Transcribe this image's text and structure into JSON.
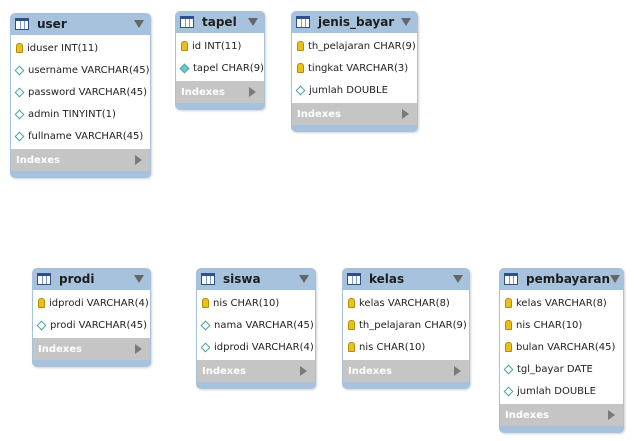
{
  "tables": {
    "user": {
      "title": "user",
      "columns": [
        {
          "text": "iduser INT(11)",
          "icon": "key"
        },
        {
          "text": "username VARCHAR(45)",
          "icon": "diamond"
        },
        {
          "text": "password VARCHAR(45)",
          "icon": "diamond"
        },
        {
          "text": "admin TINYINT(1)",
          "icon": "diamond"
        },
        {
          "text": "fullname VARCHAR(45)",
          "icon": "diamond"
        }
      ],
      "indexes_label": "Indexes"
    },
    "tapel": {
      "title": "tapel",
      "columns": [
        {
          "text": "id INT(11)",
          "icon": "key"
        },
        {
          "text": "tapel CHAR(9)",
          "icon": "diamond-filled"
        }
      ],
      "indexes_label": "Indexes"
    },
    "jenis_bayar": {
      "title": "jenis_bayar",
      "columns": [
        {
          "text": "th_pelajaran CHAR(9)",
          "icon": "key"
        },
        {
          "text": "tingkat VARCHAR(3)",
          "icon": "key"
        },
        {
          "text": "jumlah DOUBLE",
          "icon": "diamond"
        }
      ],
      "indexes_label": "Indexes"
    },
    "prodi": {
      "title": "prodi",
      "columns": [
        {
          "text": "idprodi VARCHAR(4)",
          "icon": "key"
        },
        {
          "text": "prodi VARCHAR(45)",
          "icon": "diamond"
        }
      ],
      "indexes_label": "Indexes"
    },
    "siswa": {
      "title": "siswa",
      "columns": [
        {
          "text": "nis CHAR(10)",
          "icon": "key"
        },
        {
          "text": "nama VARCHAR(45)",
          "icon": "diamond"
        },
        {
          "text": "idprodi VARCHAR(4)",
          "icon": "diamond"
        }
      ],
      "indexes_label": "Indexes"
    },
    "kelas": {
      "title": "kelas",
      "columns": [
        {
          "text": "kelas VARCHAR(8)",
          "icon": "key"
        },
        {
          "text": "th_pelajaran CHAR(9)",
          "icon": "key"
        },
        {
          "text": "nis CHAR(10)",
          "icon": "key"
        }
      ],
      "indexes_label": "Indexes"
    },
    "pembayaran": {
      "title": "pembayaran",
      "columns": [
        {
          "text": "kelas VARCHAR(8)",
          "icon": "key"
        },
        {
          "text": "nis CHAR(10)",
          "icon": "key"
        },
        {
          "text": "bulan VARCHAR(45)",
          "icon": "key"
        },
        {
          "text": "tgl_bayar DATE",
          "icon": "diamond"
        },
        {
          "text": "jumlah DOUBLE",
          "icon": "diamond"
        }
      ],
      "indexes_label": "Indexes"
    }
  },
  "colors": {
    "header": "#a6c2dc",
    "indexes_bar": "#c5c5c5",
    "key": "#e8c21a",
    "column_diamond": "#4aa1a5"
  }
}
